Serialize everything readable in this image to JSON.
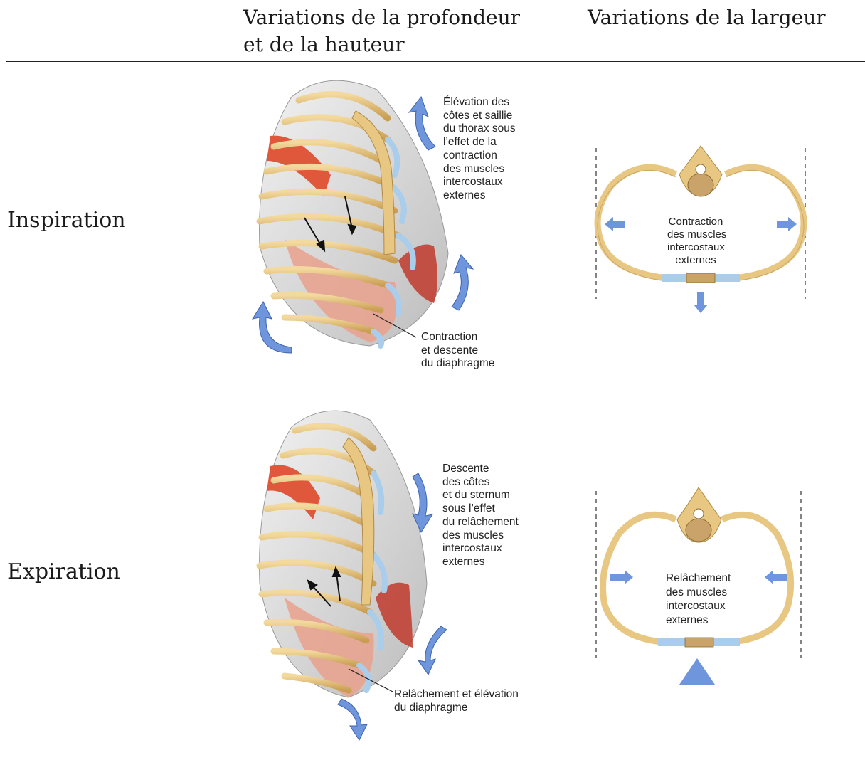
{
  "header": {
    "col1_line1": "Variations de la profondeur",
    "col1_line2": "et de la hauteur",
    "col2": "Variations de la largeur"
  },
  "rows": [
    {
      "label": "Inspiration",
      "thorax_caption_top": "Élévation des\ncôtes et saillie\ndu thorax sous\nl’effet de la\ncontraction\ndes muscles\nintercostaux\nexternes",
      "thorax_caption_bottom": "Contraction\net descente\ndu diaphragme",
      "section_caption": "Contraction\ndes muscles\nintercostaux\nexternes"
    },
    {
      "label": "Expiration",
      "thorax_caption_top": "Descente\ndes côtes\net du sternum\nsous l’effet\ndu relâchement\ndes muscles\nintercostaux\nexternes",
      "thorax_caption_bottom": "Relâchement et élévation\ndu diaphragme",
      "section_caption": "Relâchement\ndes muscles\nintercostaux\nexternes"
    }
  ],
  "colors": {
    "bone": "#e8c783",
    "bone_outline": "#b08a45",
    "cartilage": "#a9cdea",
    "muscle": "#e0583c",
    "arrow": "#6f96dc",
    "lung": "#d9d9d9"
  },
  "icons": [
    "arrow-up-curved-icon",
    "arrow-down-curved-icon",
    "arrow-left-icon",
    "arrow-right-icon",
    "arrow-up-icon",
    "arrow-down-icon"
  ]
}
